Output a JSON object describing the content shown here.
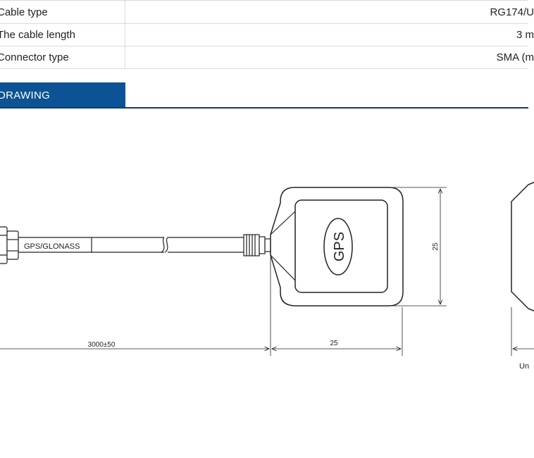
{
  "specs": [
    {
      "label": "Cable type",
      "value": "RG174/U"
    },
    {
      "label": "The cable length",
      "value": "3 m"
    },
    {
      "label": "Connector type",
      "value": "SMA (m"
    }
  ],
  "section": {
    "title": "DRAWING"
  },
  "drawing": {
    "cable_label": "GPS/GLONASS",
    "patch_label": "GPS",
    "dim_cable_length": "3000±50",
    "dim_width": "25",
    "dim_height": "25",
    "units_note": "Un"
  }
}
